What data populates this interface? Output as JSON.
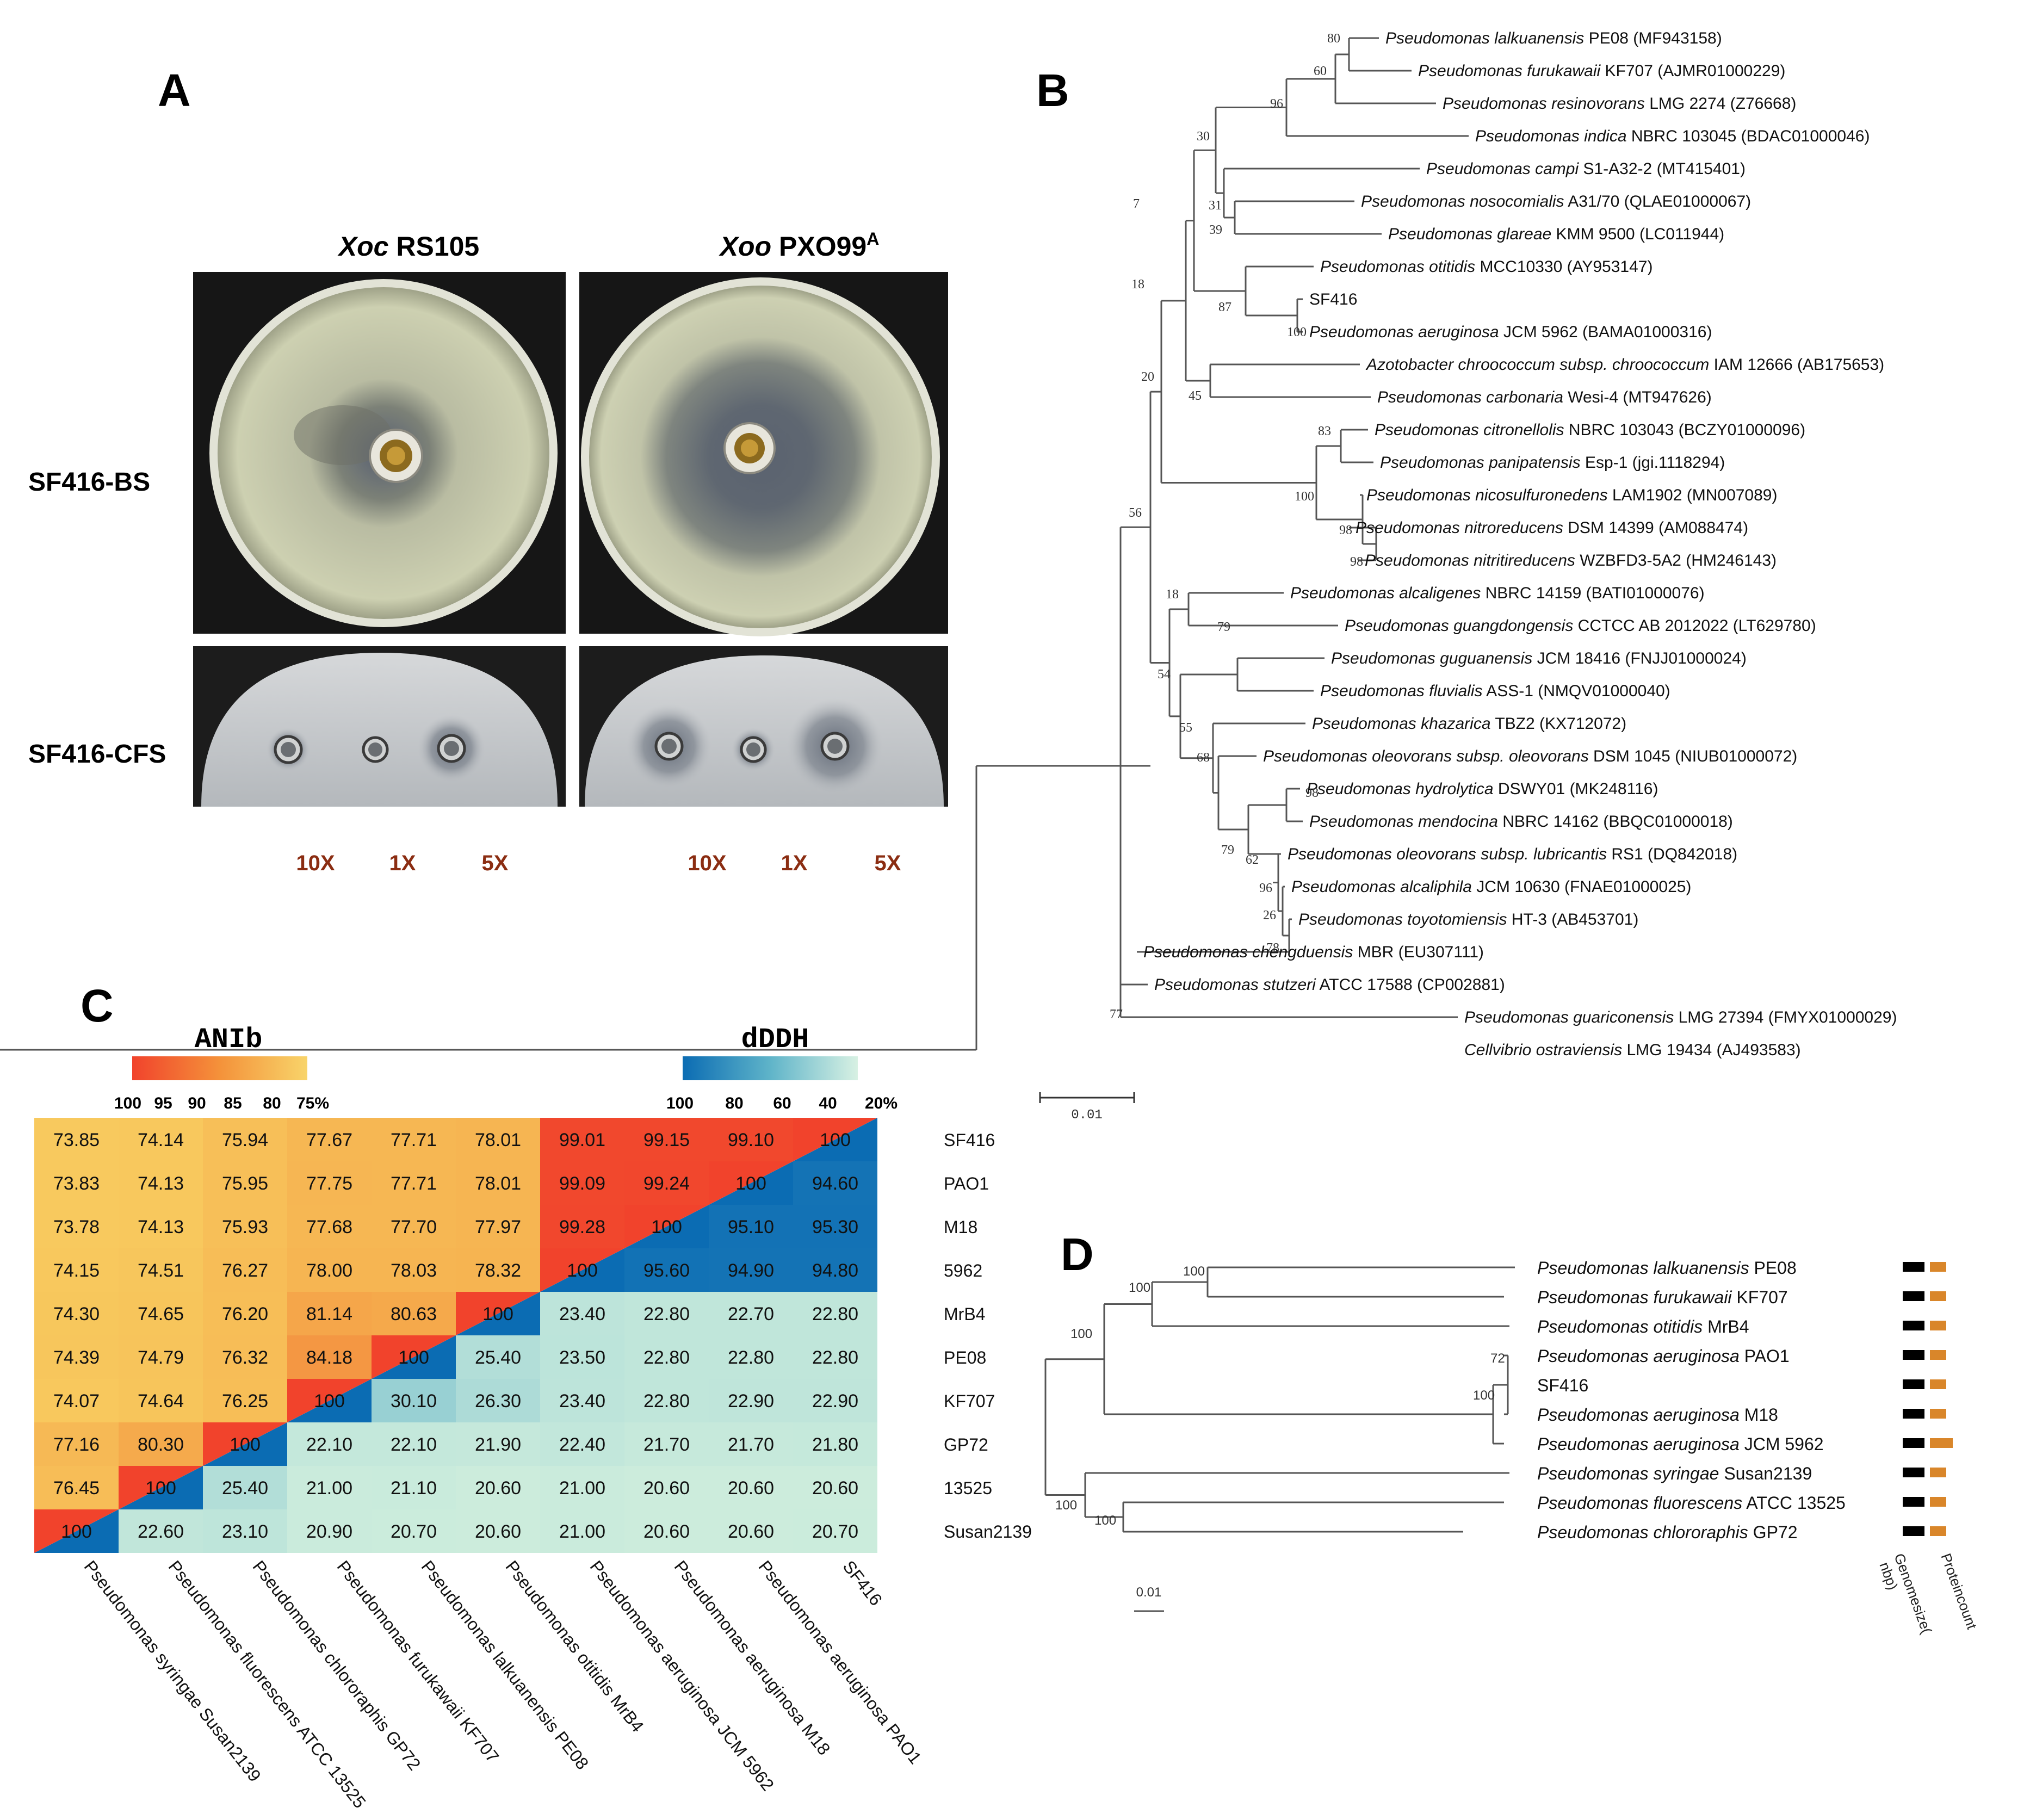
{
  "colors": {
    "dish_dark": "#141414",
    "agar": "#cfd1b1",
    "agar_edge": "#a9ab8d",
    "halo": "#646b74",
    "cfs_agar": "#bfc2c6",
    "conc_label": "#8b2d12",
    "heat_low": "#cfeedd",
    "heat_mid": "#f4b64e",
    "heat_high": "#f1432c",
    "heat_diag_blue": "#0b6cb3",
    "bar_black": "#000000",
    "bar_orange": "#d9862a"
  },
  "panelA": {
    "label": "A",
    "col_titles": [
      {
        "italic": "Xoc",
        "rest": " RS105",
        "sup": ""
      },
      {
        "italic": "Xoo",
        "rest": " PXO99",
        "sup": "A"
      }
    ],
    "row_labels": [
      "SF416-BS",
      "SF416-CFS"
    ],
    "conc_labels": [
      "10X",
      "1X",
      "5X"
    ],
    "dish_icon": "petri-dish-photo"
  },
  "panelB": {
    "label": "B",
    "leaves": [
      {
        "i": "Pseudomonas lalkuanensis",
        "s": " PE08 (MF943158)"
      },
      {
        "i": "Pseudomonas furukawaii",
        "s": " KF707 (AJMR01000229)"
      },
      {
        "i": "Pseudomonas resinovorans",
        "s": " LMG 2274 (Z76668)"
      },
      {
        "i": "Pseudomonas indica",
        "s": " NBRC 103045 (BDAC01000046)"
      },
      {
        "i": "Pseudomonas campi",
        "s": " S1-A32-2 (MT415401)"
      },
      {
        "i": "Pseudomonas nosocomialis",
        "s": " A31/70 (QLAE01000067)"
      },
      {
        "i": "Pseudomonas glareae",
        "s": " KMM 9500 (LC011944)"
      },
      {
        "i": "Pseudomonas otitidis",
        "s": " MCC10330 (AY953147)"
      },
      {
        "i": "",
        "s": "SF416"
      },
      {
        "i": "Pseudomonas aeruginosa",
        "s": " JCM 5962 (BAMA01000316)"
      },
      {
        "i": "Azotobacter chroococcum subsp. chroococcum",
        "s": " IAM 12666 (AB175653)"
      },
      {
        "i": "Pseudomonas carbonaria",
        "s": " Wesi-4 (MT947626)"
      },
      {
        "i": "Pseudomonas citronellolis",
        "s": " NBRC 103043 (BCZY01000096)"
      },
      {
        "i": "Pseudomonas panipatensis",
        "s": " Esp-1 (jgi.1118294)"
      },
      {
        "i": "Pseudomonas nicosulfuronedens",
        "s": " LAM1902 (MN007089)"
      },
      {
        "i": "Pseudomonas nitroreducens",
        "s": " DSM 14399 (AM088474)"
      },
      {
        "i": "Pseudomonas nitritireducens",
        "s": " WZBFD3-5A2 (HM246143)"
      },
      {
        "i": "Pseudomonas alcaligenes",
        "s": " NBRC 14159 (BATI01000076)"
      },
      {
        "i": "Pseudomonas guangdongensis",
        "s": " CCTCC AB 2012022 (LT629780)"
      },
      {
        "i": "Pseudomonas guguanensis",
        "s": " JCM 18416 (FNJJ01000024)"
      },
      {
        "i": "Pseudomonas fluvialis",
        "s": " ASS-1 (NMQV01000040)"
      },
      {
        "i": "Pseudomonas khazarica",
        "s": " TBZ2 (KX712072)"
      },
      {
        "i": "Pseudomonas oleovorans subsp. oleovorans",
        "s": " DSM 1045 (NIUB01000072)"
      },
      {
        "i": "Pseudomonas hydrolytica",
        "s": " DSWY01 (MK248116)"
      },
      {
        "i": "Pseudomonas mendocina",
        "s": " NBRC 14162 (BBQC01000018)"
      },
      {
        "i": "Pseudomonas oleovorans subsp. lubricantis",
        "s": " RS1 (DQ842018)"
      },
      {
        "i": "Pseudomonas alcaliphila",
        "s": " JCM 10630 (FNAE01000025)"
      },
      {
        "i": "Pseudomonas toyotomiensis",
        "s": " HT-3 (AB453701)"
      },
      {
        "i": "Pseudomonas chengduensis",
        "s": " MBR (EU307111)"
      },
      {
        "i": "Pseudomonas stutzeri",
        "s": " ATCC 17588 (CP002881)"
      },
      {
        "i": "Pseudomonas guariconensis",
        "s": " LMG 27394 (FMYX01000029)"
      },
      {
        "i": "Cellvibrio ostraviensis",
        "s": " LMG 19434 (AJ493583)"
      }
    ],
    "bootstrap": [
      "80",
      "60",
      "96",
      "30",
      "31",
      "39",
      "7",
      "87",
      "100",
      "18",
      "45",
      "20",
      "83",
      "100",
      "98",
      "98",
      "56",
      "18",
      "79",
      "54",
      "55",
      "68",
      "98",
      "79",
      "62",
      "96",
      "26",
      "78",
      "77"
    ],
    "scale": "0.01"
  },
  "panelC": {
    "label": "C",
    "anib_title": "ANIb",
    "anib_ticks": [
      "100",
      "95",
      "90",
      "85",
      "80",
      "75%"
    ],
    "dddh_title": "dDDH",
    "dddh_ticks": [
      "100",
      "80",
      "60",
      "40",
      "20%"
    ],
    "row_labels": [
      "SF416",
      "PAO1",
      "M18",
      "5962",
      "MrB4",
      "PE08",
      "KF707",
      "GP72",
      "13525",
      "Susan2139"
    ],
    "col_labels": [
      "Pseudomonas syringae Susan2139",
      "Pseudomonas fluorescens ATCC 13525",
      "Pseudomonas chlororaphis GP72",
      "Pseudomonas furukawaii KF707",
      "Pseudomonas lalkuanensis PE08",
      "Pseudomonas otitidis MrB4",
      "Pseudomonas aeruginosa JCM 5962",
      "Pseudomonas aeruginosa M18",
      "Pseudomonas aeruginosa PAO1",
      "SF416"
    ],
    "matrix": [
      [
        "73.85",
        "74.14",
        "75.94",
        "77.67",
        "77.71",
        "78.01",
        "99.01",
        "99.15",
        "99.10",
        "100"
      ],
      [
        "73.83",
        "74.13",
        "75.95",
        "77.75",
        "77.71",
        "78.01",
        "99.09",
        "99.24",
        "100",
        "94.60"
      ],
      [
        "73.78",
        "74.13",
        "75.93",
        "77.68",
        "77.70",
        "77.97",
        "99.28",
        "100",
        "95.10",
        "95.30"
      ],
      [
        "74.15",
        "74.51",
        "76.27",
        "78.00",
        "78.03",
        "78.32",
        "100",
        "95.60",
        "94.90",
        "94.80"
      ],
      [
        "74.30",
        "74.65",
        "76.20",
        "81.14",
        "80.63",
        "100",
        "23.40",
        "22.80",
        "22.70",
        "22.80"
      ],
      [
        "74.39",
        "74.79",
        "76.32",
        "84.18",
        "100",
        "25.40",
        "23.50",
        "22.80",
        "22.80",
        "22.80"
      ],
      [
        "74.07",
        "74.64",
        "76.25",
        "100",
        "30.10",
        "26.30",
        "23.40",
        "22.80",
        "22.90",
        "22.90"
      ],
      [
        "77.16",
        "80.30",
        "100",
        "22.10",
        "22.10",
        "21.90",
        "22.40",
        "21.70",
        "21.70",
        "21.80"
      ],
      [
        "76.45",
        "100",
        "25.40",
        "21.00",
        "21.10",
        "20.60",
        "21.00",
        "20.60",
        "20.60",
        "20.60"
      ],
      [
        "100",
        "22.60",
        "23.10",
        "20.90",
        "20.70",
        "20.60",
        "21.00",
        "20.60",
        "20.60",
        "20.70"
      ]
    ]
  },
  "panelD": {
    "label": "D",
    "leaves": [
      {
        "i": "Pseudomonas lalkuanensis",
        "s": " PE08"
      },
      {
        "i": "Pseudomonas furukawaii",
        "s": " KF707"
      },
      {
        "i": "Pseudomonas otitidis",
        "s": " MrB4"
      },
      {
        "i": "Pseudomonas aeruginosa",
        "s": " PAO1"
      },
      {
        "i": "",
        "s": "SF416"
      },
      {
        "i": "Pseudomonas aeruginosa",
        "s": " M18"
      },
      {
        "i": "Pseudomonas aeruginosa",
        "s": " JCM 5962"
      },
      {
        "i": "Pseudomonas syringae",
        "s": " Susan2139"
      },
      {
        "i": "Pseudomonas fluorescens",
        "s": " ATCC 13525"
      },
      {
        "i": "Pseudomonas chlororaphis",
        "s": " GP72"
      }
    ],
    "bootstrap": [
      "100",
      "100",
      "100",
      "72",
      "100",
      "100",
      "100"
    ],
    "scale": "0.01",
    "bar_labels": [
      "Genomesize(",
      "nbp)",
      "Proteincount"
    ]
  }
}
